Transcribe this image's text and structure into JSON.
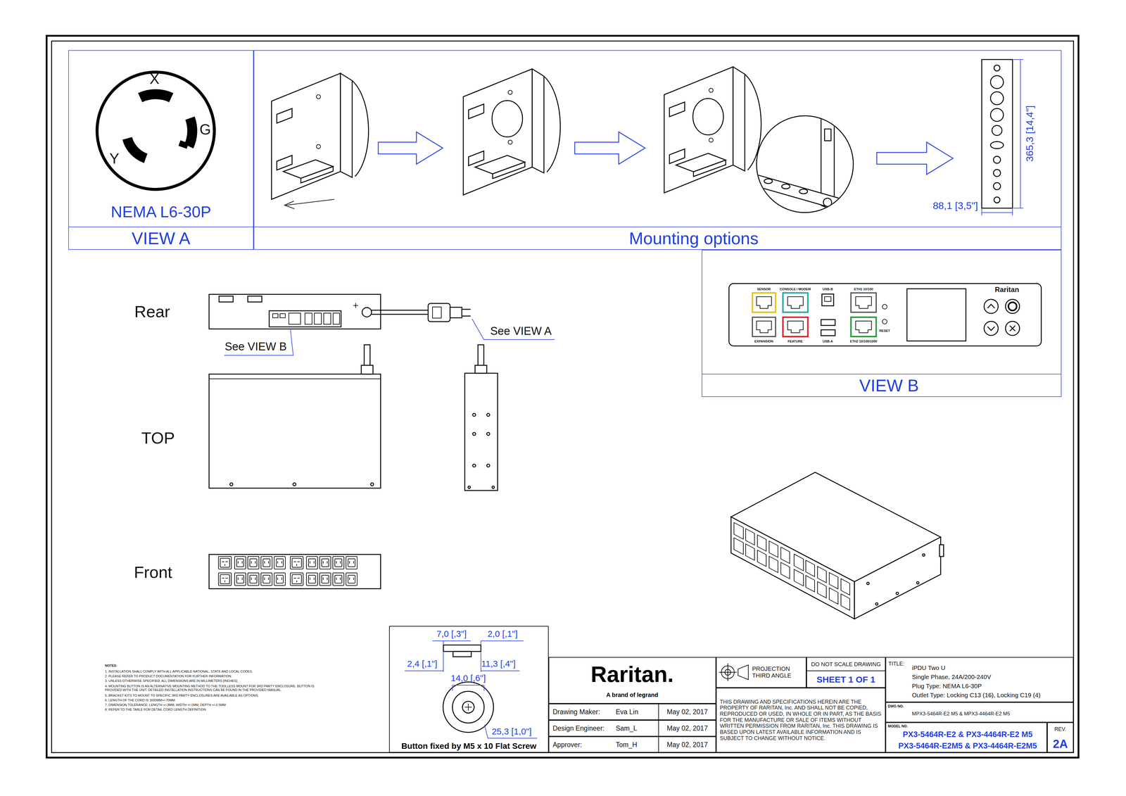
{
  "diagram": {
    "nodes": [
      {
        "text": [
          "NEMA L6-30P",
          "VIEW A"
        ]
      },
      {
        "text": [
          "Mounting options"
        ]
      },
      {
        "text": [
          "VIEW B"
        ]
      },
      {
        "text": [
          "Button fixed by M5 x 10 Flat Screw"
        ]
      },
      {
        "text": [
          "Raritan.",
          "A brand of legrand"
        ]
      },
      {
        "text": [
          "Drawing Maker:",
          "Eva Lin",
          "May 02, 2017"
        ]
      },
      {
        "text": [
          "Design Engineer:",
          "Sam_L",
          "May 02, 2017"
        ]
      },
      {
        "text": [
          "Approver:",
          "Tom_H",
          "May 02, 2017"
        ]
      },
      {
        "text": [
          "PROJECTION THIRD ANGLE"
        ]
      },
      {
        "text": [
          "DO NOT SCALE DRAWING",
          "SHEET 1 OF 1"
        ]
      },
      {
        "text": [
          "THIS DRAWING AND SPECIFICATIONS HEREIN ARE THE PROPERTY OF RARITAN, Inc. AND SHALL NOT BE COPIED, REPRODUCED OR USED, IN WHOLE OR IN PART, AS THE BASIS FOR THE MANUFACTURE OR SALE OF ITEMS WITHOUT WRITTEN PERMISSION FROM RARITAN, Inc. THIS DRAWING IS BASED UPON LATEST AVAILABLE INFORMATION AND IS SUBJECT TO CHANGE WITHOUT NOTICE."
        ]
      },
      {
        "text": [
          "TITLE:",
          "iPDU Two U",
          "Single Phase, 24A/200-240V",
          "Plug Type: NEMA L6-30P",
          "Outlet Type: Locking C13 (16), Locking C19 (4)"
        ]
      },
      {
        "text": [
          "DWG NO.",
          "MPX3-5464R-E2 M5 & MPX3-4464R-E2 M5"
        ]
      },
      {
        "text": [
          "MODEL NO.",
          "PX3-5464R-E2 & PX3-4464R-E2 M5",
          "PX3-5464R-E2M5 & PX3-4464R-E2M5"
        ]
      },
      {
        "text": [
          "REV.",
          "2A"
        ]
      }
    ],
    "labels": [
      "X",
      "G",
      "Y",
      "88,1 [3,5\"]",
      "365,3 [14,4\"]",
      "Rear",
      "See VIEW B",
      "See VIEW A",
      "TOP",
      "Front",
      "SENSOR",
      "CONSOLE / MODEM",
      "USB-B",
      "ETH1 10/100",
      "EXPANSION",
      "FEATURE",
      "USB-A",
      "ETH2 10/100/1000",
      "RESET",
      "Raritan",
      "7,0 [,3\"]",
      "2,0 [,1\"]",
      "2,4 [,1\"]",
      "11,3 [,4\"]",
      "14,0 [,6\"]",
      "25,3 [1,0\"]",
      "NOTES:",
      "1. INSTALLATION SHALL COMPLY WITH ALL APPLICABLE NATIONAL, STATE AND LOCAL CODES.",
      "2. PLEASE REFER TO PRODUCT DOCUMENTATION FOR FURTHER INFORMATION.",
      "3. UNLESS OTHERWISE SPECIFIED, ALL DIMENSIONS ARE IN MILLIMETERS [INCHES].",
      "4. MOUNTING BUTTON IS AN ALTERNATIVE MOUNTING METHOD TO THE TOOLLESS MOUNT FOR 3RD PARTY ENCLOSURE. BUTTON IS PROVIDED WITH THE UNIT. DETAILED INSTALLATION INSTRUCTIONS CAN BE FOUND IN THE PROVIDED MANUAL.",
      "5. BRACKET KITS TO MOUNT TO SPECIFIC 3RD PARTY ENCLOSURES ARE AVAILABLE AS OPTIONS.",
      "6. LENGTH OF THE CORD IS 3000MM+/-70MM",
      "7. DIMENSION TOLERANCE: LENGTH +/-3MM, WIDTH +/-1MM, DEPTH +/-0.5MM",
      "8. REFER TO THE TABLE FOR DETAIL CORD LENGTH DEFINITION"
    ]
  }
}
